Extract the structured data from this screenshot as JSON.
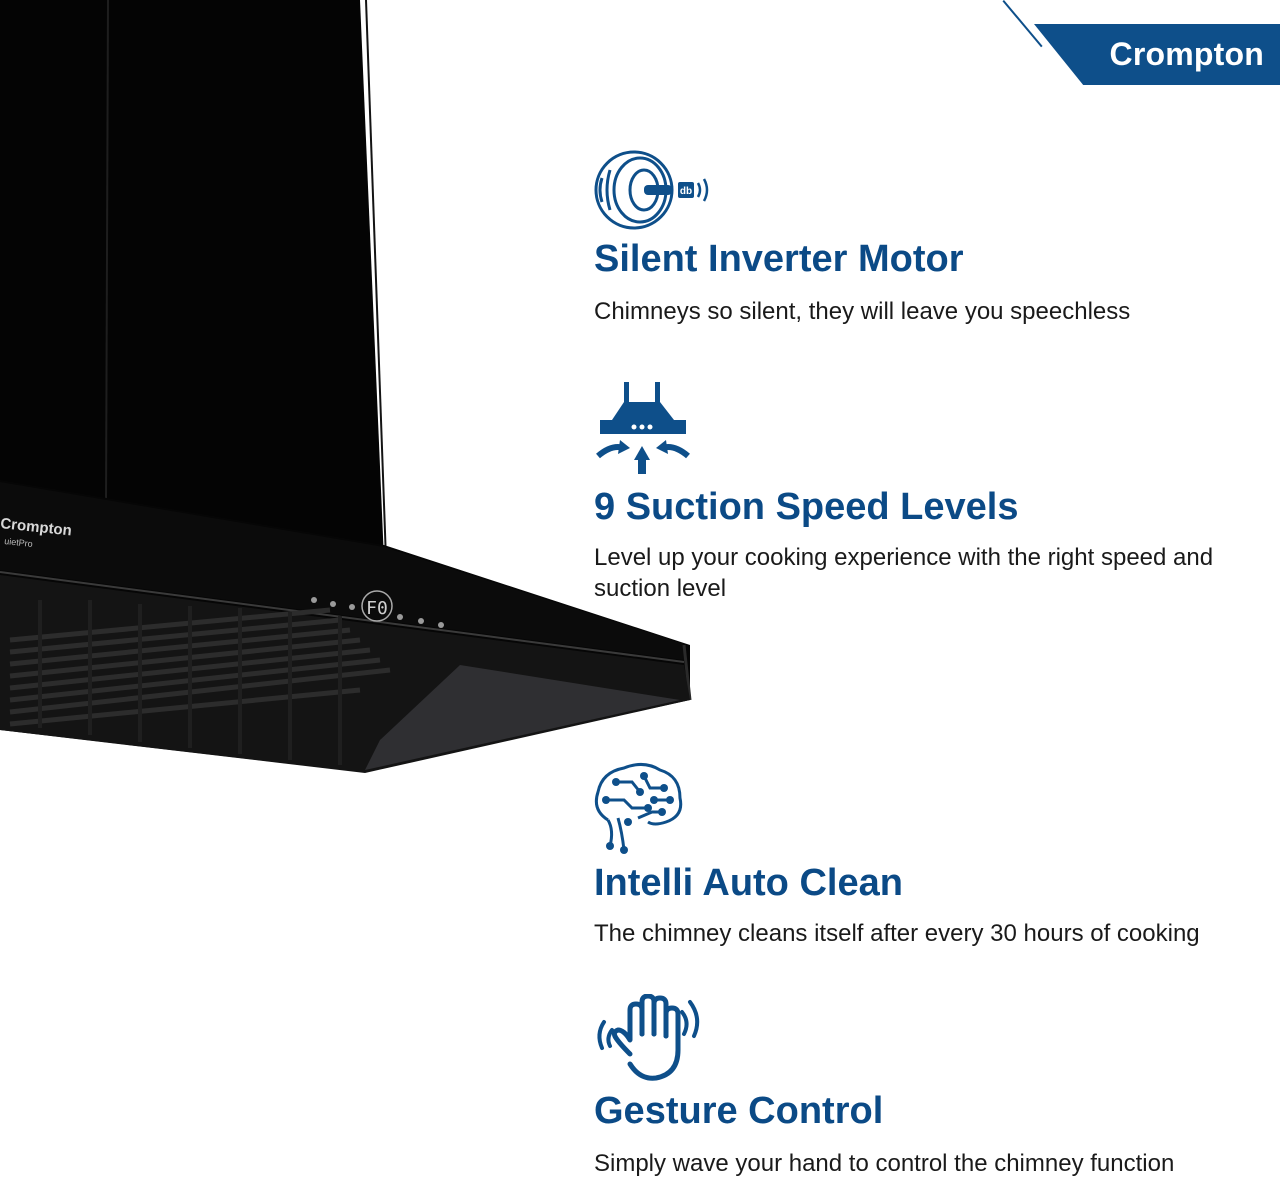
{
  "brand": {
    "name": "Crompton",
    "color": "#0e4f8a"
  },
  "product": {
    "brand_mark": "Crompton",
    "model": "uietPro",
    "display": "F0",
    "icon": "chimney-hood-image"
  },
  "features": [
    {
      "icon": "silent-motor-icon",
      "icon_badge": "db",
      "title": "Silent Inverter Motor",
      "description": "Chimneys so silent, they will leave you speechless"
    },
    {
      "icon": "suction-speed-icon",
      "title": "9 Suction Speed Levels",
      "description": "Level up your cooking experience with the right speed and suction level"
    },
    {
      "icon": "brain-circuit-icon",
      "title": "Intelli Auto Clean",
      "description": "The chimney cleans itself after every 30 hours of cooking"
    },
    {
      "icon": "hand-wave-icon",
      "title": "Gesture Control",
      "description": "Simply wave your hand to control the chimney function"
    }
  ],
  "colors": {
    "title": "#0b4a86",
    "icon": "#0e4f8a",
    "text": "#1a1a1a",
    "product_body": "#050505"
  }
}
